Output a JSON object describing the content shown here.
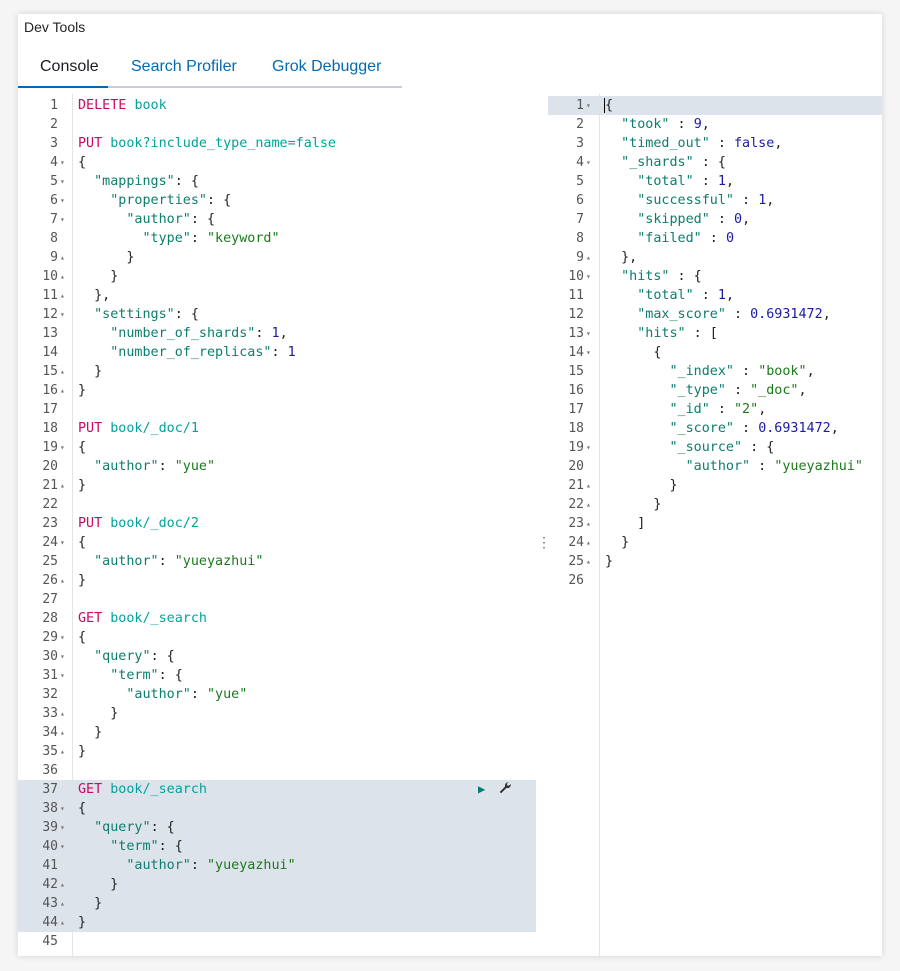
{
  "app": {
    "title": "Dev Tools"
  },
  "tabs": [
    {
      "label": "Console",
      "active": true
    },
    {
      "label": "Search Profiler",
      "active": false
    },
    {
      "label": "Grok Debugger",
      "active": false
    }
  ],
  "colors": {
    "method": "#c80a68",
    "url": "#00a39b",
    "key": "#0d7d6e",
    "string": "#1a7a1a",
    "number": "#1a1aa6",
    "tab_link": "#006bb4",
    "highlight": "#dde3ea"
  },
  "icons": {
    "run": "play-icon",
    "settings": "wrench-icon"
  },
  "editor": {
    "lines": [
      {
        "n": "1",
        "fold": "",
        "hl": false,
        "t": [
          [
            "m",
            "DELETE"
          ],
          [
            "p",
            " "
          ],
          [
            "u",
            "book"
          ]
        ]
      },
      {
        "n": "2",
        "fold": "",
        "hl": false,
        "t": []
      },
      {
        "n": "3",
        "fold": "",
        "hl": false,
        "t": [
          [
            "m",
            "PUT"
          ],
          [
            "p",
            " "
          ],
          [
            "u",
            "book?include_type_name=false"
          ]
        ]
      },
      {
        "n": "4",
        "fold": "▾",
        "hl": false,
        "t": [
          [
            "p",
            "{"
          ]
        ]
      },
      {
        "n": "5",
        "fold": "▾",
        "hl": false,
        "t": [
          [
            "p",
            "  "
          ],
          [
            "k",
            "\"mappings\""
          ],
          [
            "p",
            ": {"
          ]
        ]
      },
      {
        "n": "6",
        "fold": "▾",
        "hl": false,
        "t": [
          [
            "p",
            "    "
          ],
          [
            "k",
            "\"properties\""
          ],
          [
            "p",
            ": {"
          ]
        ]
      },
      {
        "n": "7",
        "fold": "▾",
        "hl": false,
        "t": [
          [
            "p",
            "      "
          ],
          [
            "k",
            "\"author\""
          ],
          [
            "p",
            ": {"
          ]
        ]
      },
      {
        "n": "8",
        "fold": "",
        "hl": false,
        "t": [
          [
            "p",
            "        "
          ],
          [
            "k",
            "\"type\""
          ],
          [
            "p",
            ": "
          ],
          [
            "s",
            "\"keyword\""
          ]
        ]
      },
      {
        "n": "9",
        "fold": "▴",
        "hl": false,
        "t": [
          [
            "p",
            "      }"
          ]
        ]
      },
      {
        "n": "10",
        "fold": "▴",
        "hl": false,
        "t": [
          [
            "p",
            "    }"
          ]
        ]
      },
      {
        "n": "11",
        "fold": "▴",
        "hl": false,
        "t": [
          [
            "p",
            "  },"
          ]
        ]
      },
      {
        "n": "12",
        "fold": "▾",
        "hl": false,
        "t": [
          [
            "p",
            "  "
          ],
          [
            "k",
            "\"settings\""
          ],
          [
            "p",
            ": {"
          ]
        ]
      },
      {
        "n": "13",
        "fold": "",
        "hl": false,
        "t": [
          [
            "p",
            "    "
          ],
          [
            "k",
            "\"number_of_shards\""
          ],
          [
            "p",
            ": "
          ],
          [
            "n",
            "1"
          ],
          [
            "p",
            ","
          ]
        ]
      },
      {
        "n": "14",
        "fold": "",
        "hl": false,
        "t": [
          [
            "p",
            "    "
          ],
          [
            "k",
            "\"number_of_replicas\""
          ],
          [
            "p",
            ": "
          ],
          [
            "n",
            "1"
          ]
        ]
      },
      {
        "n": "15",
        "fold": "▴",
        "hl": false,
        "t": [
          [
            "p",
            "  }"
          ]
        ]
      },
      {
        "n": "16",
        "fold": "▴",
        "hl": false,
        "t": [
          [
            "p",
            "}"
          ]
        ]
      },
      {
        "n": "17",
        "fold": "",
        "hl": false,
        "t": []
      },
      {
        "n": "18",
        "fold": "",
        "hl": false,
        "t": [
          [
            "m",
            "PUT"
          ],
          [
            "p",
            " "
          ],
          [
            "u",
            "book/_doc/1"
          ]
        ]
      },
      {
        "n": "19",
        "fold": "▾",
        "hl": false,
        "t": [
          [
            "p",
            "{"
          ]
        ]
      },
      {
        "n": "20",
        "fold": "",
        "hl": false,
        "t": [
          [
            "p",
            "  "
          ],
          [
            "k",
            "\"author\""
          ],
          [
            "p",
            ": "
          ],
          [
            "s",
            "\"yue\""
          ]
        ]
      },
      {
        "n": "21",
        "fold": "▴",
        "hl": false,
        "t": [
          [
            "p",
            "}"
          ]
        ]
      },
      {
        "n": "22",
        "fold": "",
        "hl": false,
        "t": []
      },
      {
        "n": "23",
        "fold": "",
        "hl": false,
        "t": [
          [
            "m",
            "PUT"
          ],
          [
            "p",
            " "
          ],
          [
            "u",
            "book/_doc/2"
          ]
        ]
      },
      {
        "n": "24",
        "fold": "▾",
        "hl": false,
        "t": [
          [
            "p",
            "{"
          ]
        ]
      },
      {
        "n": "25",
        "fold": "",
        "hl": false,
        "t": [
          [
            "p",
            "  "
          ],
          [
            "k",
            "\"author\""
          ],
          [
            "p",
            ": "
          ],
          [
            "s",
            "\"yueyazhui\""
          ]
        ]
      },
      {
        "n": "26",
        "fold": "▴",
        "hl": false,
        "t": [
          [
            "p",
            "}"
          ]
        ]
      },
      {
        "n": "27",
        "fold": "",
        "hl": false,
        "t": []
      },
      {
        "n": "28",
        "fold": "",
        "hl": false,
        "t": [
          [
            "m",
            "GET"
          ],
          [
            "p",
            " "
          ],
          [
            "u",
            "book/_search"
          ]
        ]
      },
      {
        "n": "29",
        "fold": "▾",
        "hl": false,
        "t": [
          [
            "p",
            "{"
          ]
        ]
      },
      {
        "n": "30",
        "fold": "▾",
        "hl": false,
        "t": [
          [
            "p",
            "  "
          ],
          [
            "k",
            "\"query\""
          ],
          [
            "p",
            ": {"
          ]
        ]
      },
      {
        "n": "31",
        "fold": "▾",
        "hl": false,
        "t": [
          [
            "p",
            "    "
          ],
          [
            "k",
            "\"term\""
          ],
          [
            "p",
            ": {"
          ]
        ]
      },
      {
        "n": "32",
        "fold": "",
        "hl": false,
        "t": [
          [
            "p",
            "      "
          ],
          [
            "k",
            "\"author\""
          ],
          [
            "p",
            ": "
          ],
          [
            "s",
            "\"yue\""
          ]
        ]
      },
      {
        "n": "33",
        "fold": "▴",
        "hl": false,
        "t": [
          [
            "p",
            "    }"
          ]
        ]
      },
      {
        "n": "34",
        "fold": "▴",
        "hl": false,
        "t": [
          [
            "p",
            "  }"
          ]
        ]
      },
      {
        "n": "35",
        "fold": "▴",
        "hl": false,
        "t": [
          [
            "p",
            "}"
          ]
        ]
      },
      {
        "n": "36",
        "fold": "",
        "hl": false,
        "t": []
      },
      {
        "n": "37",
        "fold": "",
        "hl": true,
        "t": [
          [
            "m",
            "GET"
          ],
          [
            "p",
            " "
          ],
          [
            "u",
            "book/_search"
          ]
        ]
      },
      {
        "n": "38",
        "fold": "▾",
        "hl": true,
        "t": [
          [
            "p",
            "{"
          ]
        ]
      },
      {
        "n": "39",
        "fold": "▾",
        "hl": true,
        "t": [
          [
            "p",
            "  "
          ],
          [
            "k",
            "\"query\""
          ],
          [
            "p",
            ": {"
          ]
        ]
      },
      {
        "n": "40",
        "fold": "▾",
        "hl": true,
        "t": [
          [
            "p",
            "    "
          ],
          [
            "k",
            "\"term\""
          ],
          [
            "p",
            ": {"
          ]
        ]
      },
      {
        "n": "41",
        "fold": "",
        "hl": true,
        "t": [
          [
            "p",
            "      "
          ],
          [
            "k",
            "\"author\""
          ],
          [
            "p",
            ": "
          ],
          [
            "s",
            "\"yueyazhui\""
          ]
        ]
      },
      {
        "n": "42",
        "fold": "▴",
        "hl": true,
        "t": [
          [
            "p",
            "    }"
          ]
        ]
      },
      {
        "n": "43",
        "fold": "▴",
        "hl": true,
        "t": [
          [
            "p",
            "  }"
          ]
        ]
      },
      {
        "n": "44",
        "fold": "▴",
        "hl": true,
        "t": [
          [
            "p",
            "}"
          ]
        ]
      },
      {
        "n": "45",
        "fold": "",
        "hl": false,
        "t": []
      }
    ]
  },
  "output": {
    "lines": [
      {
        "n": "1",
        "fold": "▾",
        "hl": true,
        "t": [
          [
            "p",
            "{"
          ]
        ]
      },
      {
        "n": "2",
        "fold": "",
        "hl": false,
        "t": [
          [
            "p",
            "  "
          ],
          [
            "k",
            "\"took\""
          ],
          [
            "p",
            " : "
          ],
          [
            "n",
            "9"
          ],
          [
            "p",
            ","
          ]
        ]
      },
      {
        "n": "3",
        "fold": "",
        "hl": false,
        "t": [
          [
            "p",
            "  "
          ],
          [
            "k",
            "\"timed_out\""
          ],
          [
            "p",
            " : "
          ],
          [
            "b",
            "false"
          ],
          [
            "p",
            ","
          ]
        ]
      },
      {
        "n": "4",
        "fold": "▾",
        "hl": false,
        "t": [
          [
            "p",
            "  "
          ],
          [
            "k",
            "\"_shards\""
          ],
          [
            "p",
            " : {"
          ]
        ]
      },
      {
        "n": "5",
        "fold": "",
        "hl": false,
        "t": [
          [
            "p",
            "    "
          ],
          [
            "k",
            "\"total\""
          ],
          [
            "p",
            " : "
          ],
          [
            "n",
            "1"
          ],
          [
            "p",
            ","
          ]
        ]
      },
      {
        "n": "6",
        "fold": "",
        "hl": false,
        "t": [
          [
            "p",
            "    "
          ],
          [
            "k",
            "\"successful\""
          ],
          [
            "p",
            " : "
          ],
          [
            "n",
            "1"
          ],
          [
            "p",
            ","
          ]
        ]
      },
      {
        "n": "7",
        "fold": "",
        "hl": false,
        "t": [
          [
            "p",
            "    "
          ],
          [
            "k",
            "\"skipped\""
          ],
          [
            "p",
            " : "
          ],
          [
            "n",
            "0"
          ],
          [
            "p",
            ","
          ]
        ]
      },
      {
        "n": "8",
        "fold": "",
        "hl": false,
        "t": [
          [
            "p",
            "    "
          ],
          [
            "k",
            "\"failed\""
          ],
          [
            "p",
            " : "
          ],
          [
            "n",
            "0"
          ]
        ]
      },
      {
        "n": "9",
        "fold": "▴",
        "hl": false,
        "t": [
          [
            "p",
            "  },"
          ]
        ]
      },
      {
        "n": "10",
        "fold": "▾",
        "hl": false,
        "t": [
          [
            "p",
            "  "
          ],
          [
            "k",
            "\"hits\""
          ],
          [
            "p",
            " : {"
          ]
        ]
      },
      {
        "n": "11",
        "fold": "",
        "hl": false,
        "t": [
          [
            "p",
            "    "
          ],
          [
            "k",
            "\"total\""
          ],
          [
            "p",
            " : "
          ],
          [
            "n",
            "1"
          ],
          [
            "p",
            ","
          ]
        ]
      },
      {
        "n": "12",
        "fold": "",
        "hl": false,
        "t": [
          [
            "p",
            "    "
          ],
          [
            "k",
            "\"max_score\""
          ],
          [
            "p",
            " : "
          ],
          [
            "n",
            "0.6931472"
          ],
          [
            "p",
            ","
          ]
        ]
      },
      {
        "n": "13",
        "fold": "▾",
        "hl": false,
        "t": [
          [
            "p",
            "    "
          ],
          [
            "k",
            "\"hits\""
          ],
          [
            "p",
            " : ["
          ]
        ]
      },
      {
        "n": "14",
        "fold": "▾",
        "hl": false,
        "t": [
          [
            "p",
            "      {"
          ]
        ]
      },
      {
        "n": "15",
        "fold": "",
        "hl": false,
        "t": [
          [
            "p",
            "        "
          ],
          [
            "k",
            "\"_index\""
          ],
          [
            "p",
            " : "
          ],
          [
            "s",
            "\"book\""
          ],
          [
            "p",
            ","
          ]
        ]
      },
      {
        "n": "16",
        "fold": "",
        "hl": false,
        "t": [
          [
            "p",
            "        "
          ],
          [
            "k",
            "\"_type\""
          ],
          [
            "p",
            " : "
          ],
          [
            "s",
            "\"_doc\""
          ],
          [
            "p",
            ","
          ]
        ]
      },
      {
        "n": "17",
        "fold": "",
        "hl": false,
        "t": [
          [
            "p",
            "        "
          ],
          [
            "k",
            "\"_id\""
          ],
          [
            "p",
            " : "
          ],
          [
            "s",
            "\"2\""
          ],
          [
            "p",
            ","
          ]
        ]
      },
      {
        "n": "18",
        "fold": "",
        "hl": false,
        "t": [
          [
            "p",
            "        "
          ],
          [
            "k",
            "\"_score\""
          ],
          [
            "p",
            " : "
          ],
          [
            "n",
            "0.6931472"
          ],
          [
            "p",
            ","
          ]
        ]
      },
      {
        "n": "19",
        "fold": "▾",
        "hl": false,
        "t": [
          [
            "p",
            "        "
          ],
          [
            "k",
            "\"_source\""
          ],
          [
            "p",
            " : {"
          ]
        ]
      },
      {
        "n": "20",
        "fold": "",
        "hl": false,
        "t": [
          [
            "p",
            "          "
          ],
          [
            "k",
            "\"author\""
          ],
          [
            "p",
            " : "
          ],
          [
            "s",
            "\"yueyazhui\""
          ]
        ]
      },
      {
        "n": "21",
        "fold": "▴",
        "hl": false,
        "t": [
          [
            "p",
            "        }"
          ]
        ]
      },
      {
        "n": "22",
        "fold": "▴",
        "hl": false,
        "t": [
          [
            "p",
            "      }"
          ]
        ]
      },
      {
        "n": "23",
        "fold": "▴",
        "hl": false,
        "t": [
          [
            "p",
            "    ]"
          ]
        ]
      },
      {
        "n": "24",
        "fold": "▴",
        "hl": false,
        "t": [
          [
            "p",
            "  }"
          ]
        ]
      },
      {
        "n": "25",
        "fold": "▴",
        "hl": false,
        "t": [
          [
            "p",
            "}"
          ]
        ]
      },
      {
        "n": "26",
        "fold": "",
        "hl": false,
        "t": []
      }
    ]
  }
}
